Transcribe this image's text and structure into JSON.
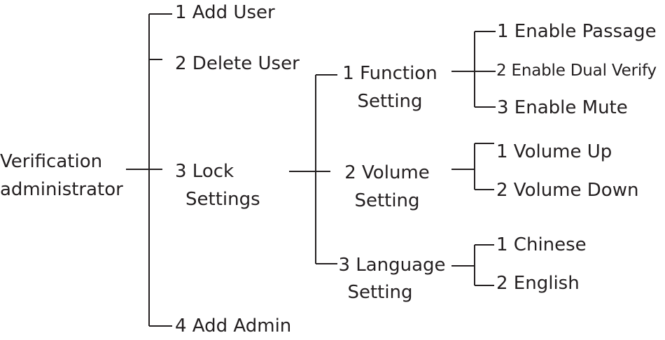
{
  "root": {
    "line1": "Verification",
    "line2": "administrator"
  },
  "level1": [
    {
      "label": "1  Add User"
    },
    {
      "label": "2 Delete User"
    },
    {
      "label_line1": "3 Lock",
      "label_line2": "Settings"
    },
    {
      "label": "4 Add Admin"
    }
  ],
  "level2": [
    {
      "label_line1": "1 Function",
      "label_line2": "Setting"
    },
    {
      "label_line1": "2 Volume",
      "label_line2": "Setting"
    },
    {
      "label_line1": "3 Language",
      "label_line2": "Setting"
    }
  ],
  "level3": {
    "function": [
      "1 Enable Passage",
      "2 Enable Dual Verify",
      "3 Enable Mute"
    ],
    "volume": [
      "1 Volume Up",
      "2 Volume Down"
    ],
    "language": [
      "1 Chinese",
      "2 English"
    ]
  }
}
